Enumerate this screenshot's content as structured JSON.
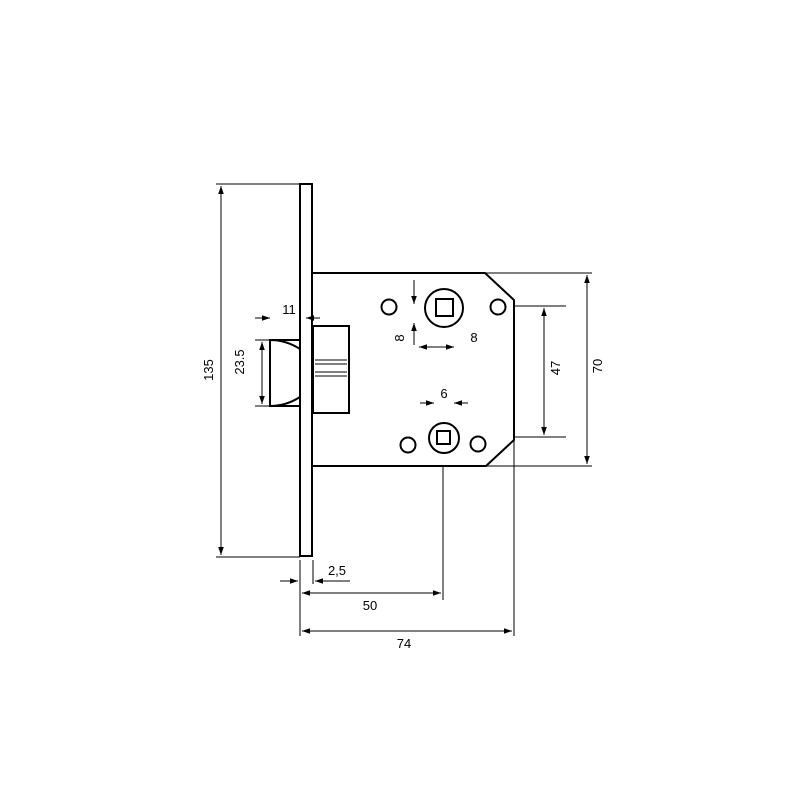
{
  "dimensions": {
    "height_total": "135",
    "latch_height": "23.5",
    "latch_projection": "11",
    "spindle_square": "8",
    "spindle_offset": "8",
    "turn_square": "6",
    "centre_distance": "47",
    "case_height": "70",
    "faceplate_thickness": "2,5",
    "backset": "50",
    "case_depth": "74"
  },
  "colors": {
    "line": "#000000",
    "background": "#ffffff"
  }
}
